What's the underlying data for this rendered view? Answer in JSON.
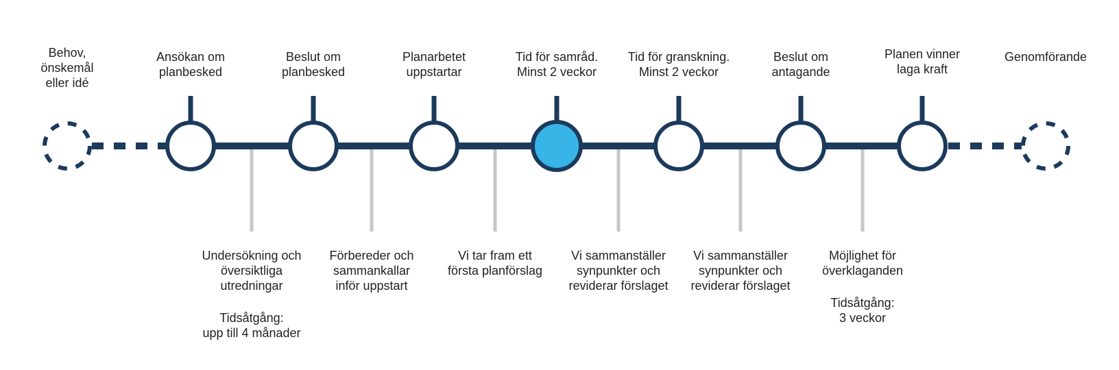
{
  "diagram": {
    "type": "process-timeline",
    "language": "sv",
    "colors": {
      "navy": "#1b3a5c",
      "highlight_blue": "#38b4e6",
      "connector_gray": "#c7c7c7",
      "text": "#231f20",
      "background": "#ffffff",
      "node_fill": "#ffffff"
    },
    "nodes": [
      {
        "label": "Behov,\nönskemål\neller idé",
        "style": "dashed",
        "highlighted": false
      },
      {
        "label": "Ansökan om\nplanbesked",
        "style": "solid",
        "highlighted": false
      },
      {
        "label": "Beslut om\nplanbesked",
        "style": "solid",
        "highlighted": false
      },
      {
        "label": "Planarbetet\nuppstartar",
        "style": "solid",
        "highlighted": false
      },
      {
        "label": "Tid för samråd.\nMinst 2 veckor",
        "style": "solid",
        "highlighted": true
      },
      {
        "label": "Tid för granskning.\nMinst 2 veckor",
        "style": "solid",
        "highlighted": false
      },
      {
        "label": "Beslut om\nantagande",
        "style": "solid",
        "highlighted": false
      },
      {
        "label": "Planen vinner\nlaga kraft",
        "style": "solid",
        "highlighted": false
      },
      {
        "label": "Genomförande",
        "style": "dashed",
        "highlighted": false
      }
    ],
    "phases": [
      {
        "text": "Undersökning och\növersiktliga\nutredningar",
        "duration": "Tidsåtgång:\nupp till 4 månader"
      },
      {
        "text": "Förbereder och\nsammankallar\ninför uppstart",
        "duration": ""
      },
      {
        "text": "Vi tar fram ett\nförsta planförslag",
        "duration": ""
      },
      {
        "text": "Vi sammanställer\nsynpunkter och\nreviderar förslaget",
        "duration": ""
      },
      {
        "text": "Vi sammanställer\nsynpunkter och\nreviderar förslaget",
        "duration": ""
      },
      {
        "text": "Möjlighet för\növerklaganden",
        "duration": "Tidsåtgång:\n3 veckor"
      }
    ]
  }
}
